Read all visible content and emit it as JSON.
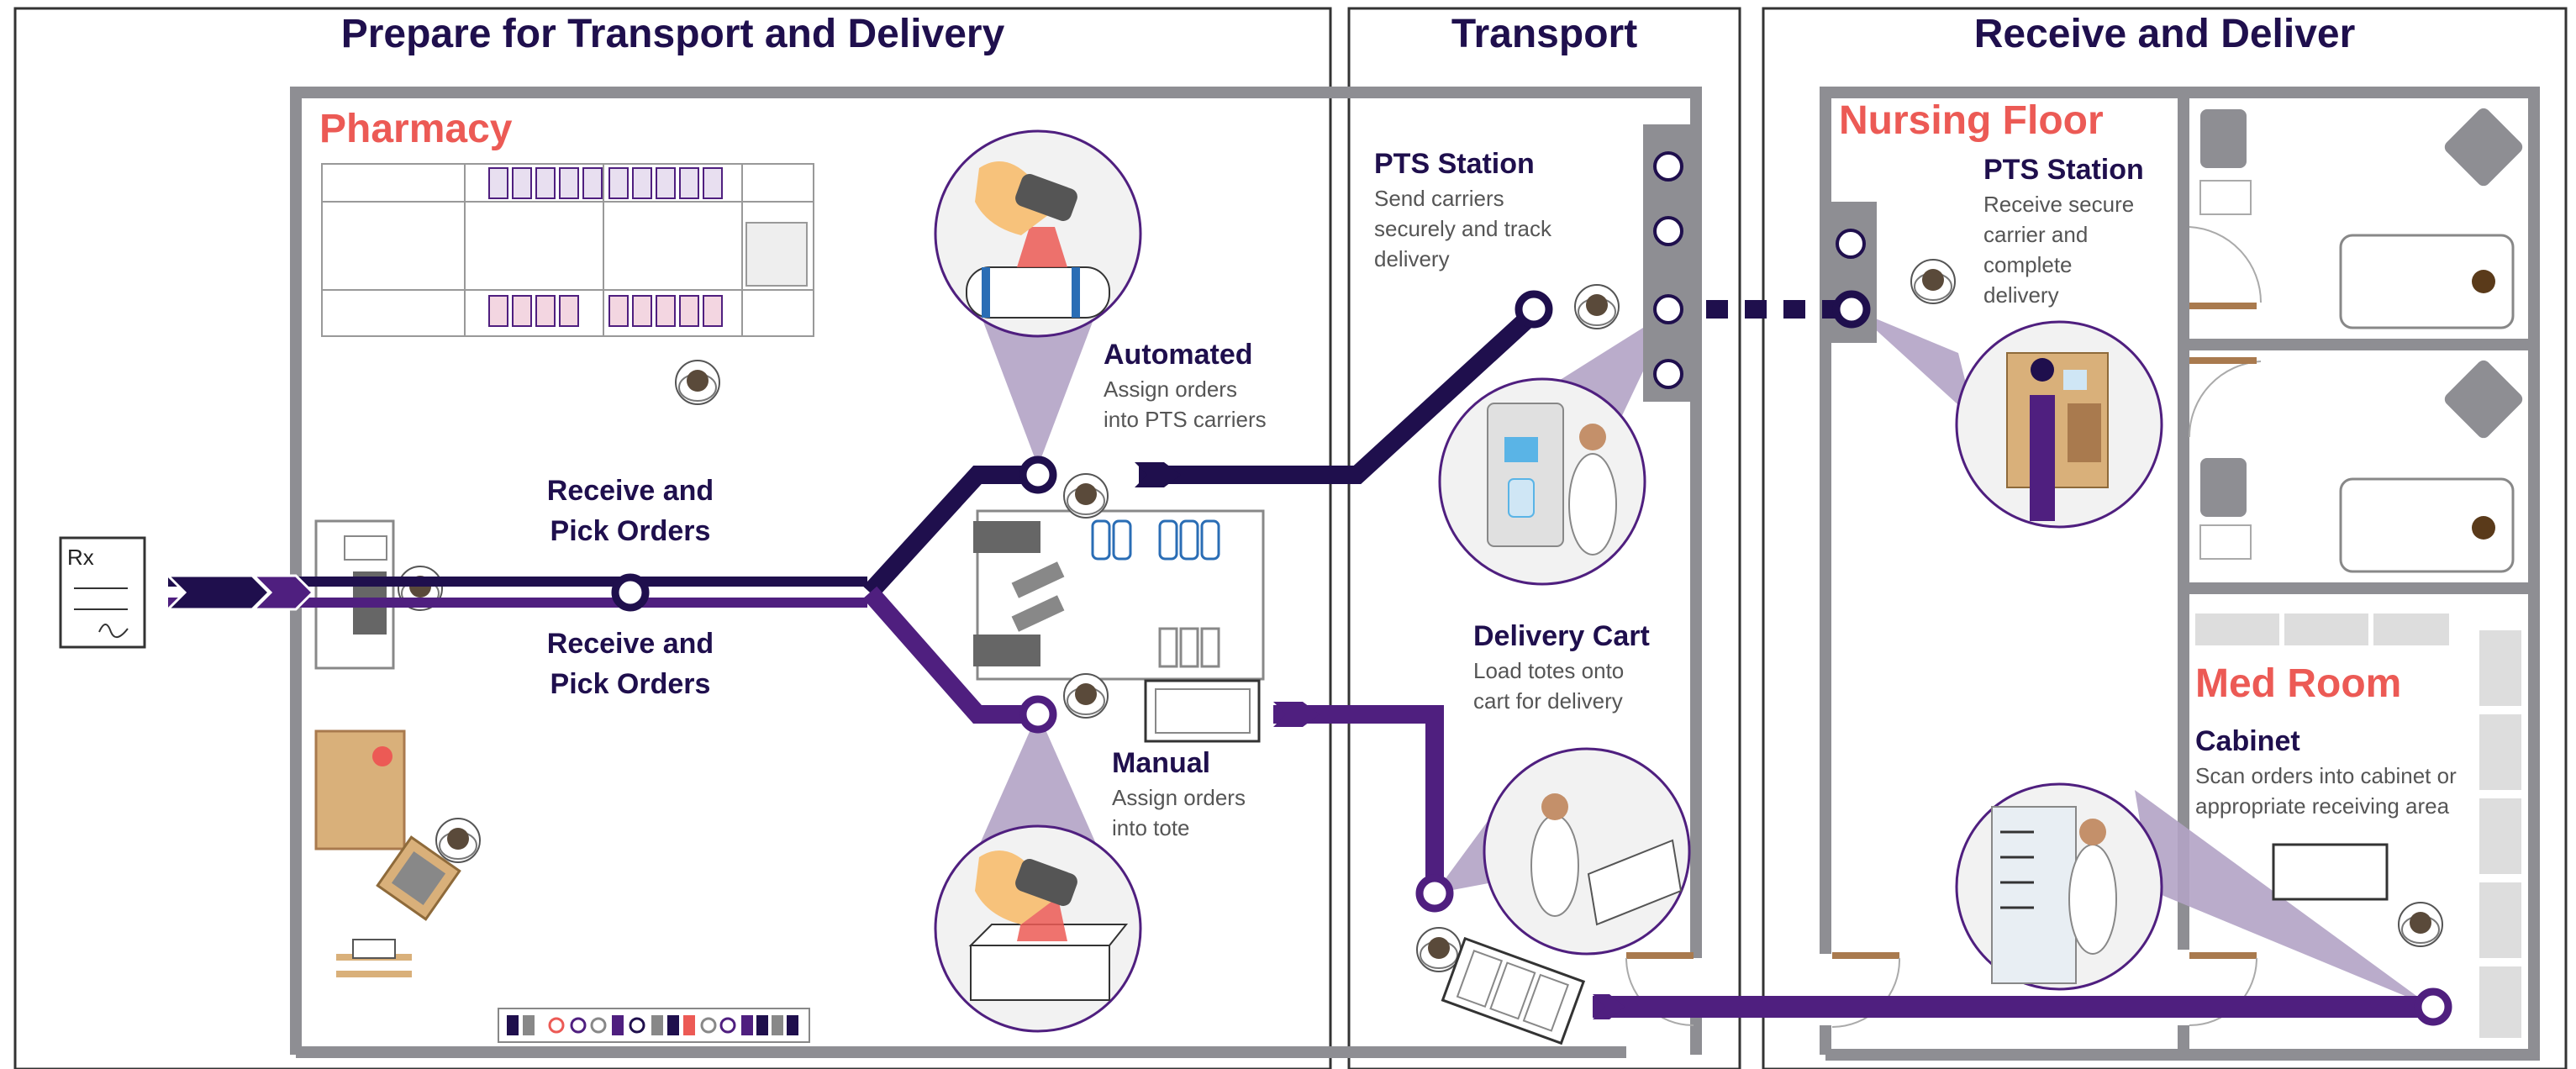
{
  "sections": {
    "prepare": "Prepare for Transport and Delivery",
    "transport": "Transport",
    "receive": "Receive and Deliver"
  },
  "rooms": {
    "pharmacy": "Pharmacy",
    "nursing_floor": "Nursing Floor",
    "med_room": "Med Room"
  },
  "prescription": {
    "label": "Rx"
  },
  "steps": {
    "receive_pick_top": "Receive and\nPick Orders",
    "receive_pick_bottom": "Receive and\nPick Orders",
    "automated": {
      "title": "Automated",
      "desc": "Assign orders\ninto PTS carriers"
    },
    "manual": {
      "title": "Manual",
      "desc": "Assign orders\ninto tote"
    },
    "pts_send": {
      "title": "PTS Station",
      "desc": "Send carriers\nsecurely and track\ndelivery"
    },
    "delivery_cart": {
      "title": "Delivery Cart",
      "desc": "Load totes onto\ncart for delivery"
    },
    "pts_receive": {
      "title": "PTS Station",
      "desc": "Receive secure\ncarrier and\ncomplete\ndelivery"
    },
    "cabinet": {
      "title": "Cabinet",
      "desc": "Scan orders into cabinet or\nappropriate receiving area"
    }
  },
  "colors": {
    "dark_purple": "#1f0f4d",
    "purple": "#4f1f7f",
    "coral": "#ec5a55",
    "wall_gray": "#8e8e93",
    "light_purple": "#b3a3c5",
    "door_brown": "#a97a4e"
  }
}
